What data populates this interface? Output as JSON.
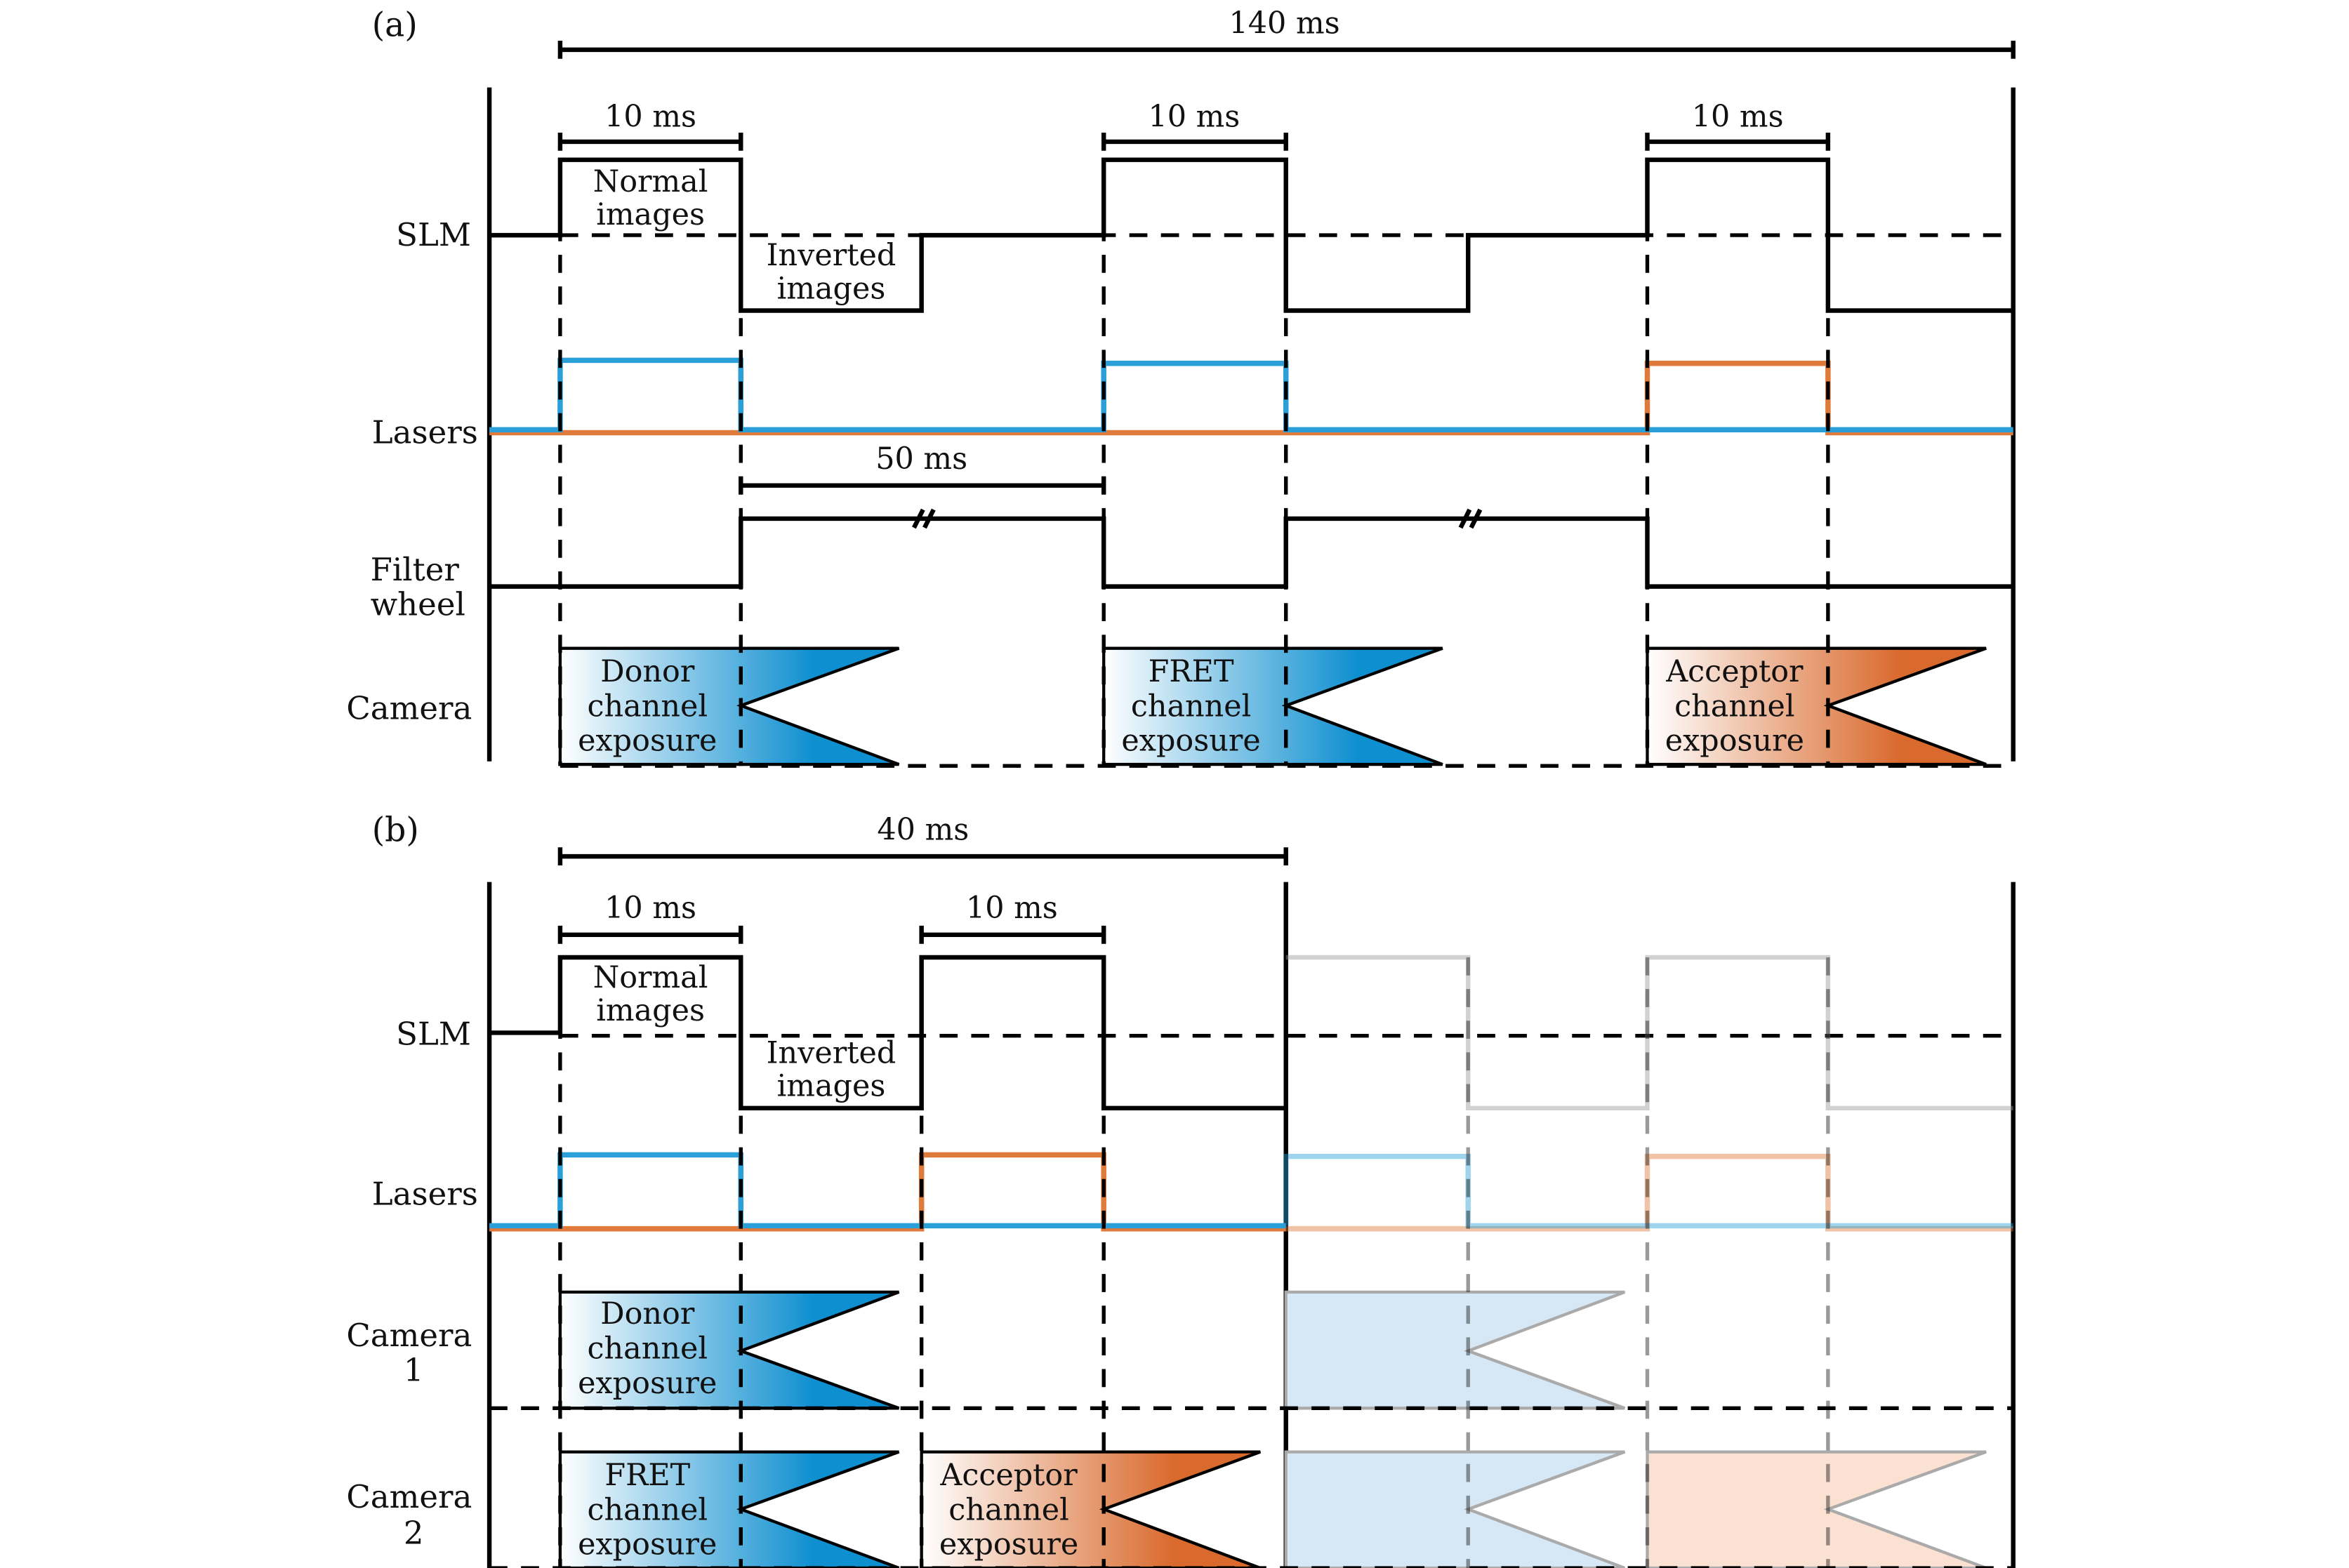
{
  "panel_a": {
    "tag": "(a)",
    "total_label": "140 ms",
    "pulse_labels": [
      "10 ms",
      "10 ms",
      "10 ms"
    ],
    "gap_label": "50 ms",
    "rows": {
      "slm": "SLM",
      "lasers": "Lasers",
      "filter_line1": "Filter",
      "filter_line2": "wheel",
      "camera": "Camera"
    },
    "slm_notes": {
      "normal_l1": "Normal",
      "normal_l2": "images",
      "inverted_l1": "Inverted",
      "inverted_l2": "images"
    },
    "exposures": [
      {
        "l1": "Donor",
        "l2": "channel",
        "l3": "exposure",
        "color": "#0e8fd0"
      },
      {
        "l1": "FRET",
        "l2": "channel",
        "l3": "exposure",
        "color": "#0e8fd0"
      },
      {
        "l1": "Acceptor",
        "l2": "channel",
        "l3": "exposure",
        "color": "#d9692c"
      }
    ]
  },
  "panel_b": {
    "tag": "(b)",
    "total_label": "40 ms",
    "pulse_labels": [
      "10 ms",
      "10 ms"
    ],
    "rows": {
      "slm": "SLM",
      "lasers": "Lasers",
      "cam1_line1": "Camera",
      "cam1_line2": "1",
      "cam2_line1": "Camera",
      "cam2_line2": "2"
    },
    "slm_notes": {
      "normal_l1": "Normal",
      "normal_l2": "images",
      "inverted_l1": "Inverted",
      "inverted_l2": "images"
    },
    "exposures_cam1": [
      {
        "l1": "Donor",
        "l2": "channel",
        "l3": "exposure",
        "color": "#0e8fd0"
      }
    ],
    "exposures_cam2": [
      {
        "l1": "FRET",
        "l2": "channel",
        "l3": "exposure",
        "color": "#0e8fd0"
      },
      {
        "l1": "Acceptor",
        "l2": "channel",
        "l3": "exposure",
        "color": "#d9692c"
      }
    ]
  },
  "colors": {
    "donor_laser": "#2a9fd8",
    "acceptor_laser": "#e07a3a",
    "blue_fill": "#0e8fd0",
    "orange_fill": "#d9692c"
  }
}
